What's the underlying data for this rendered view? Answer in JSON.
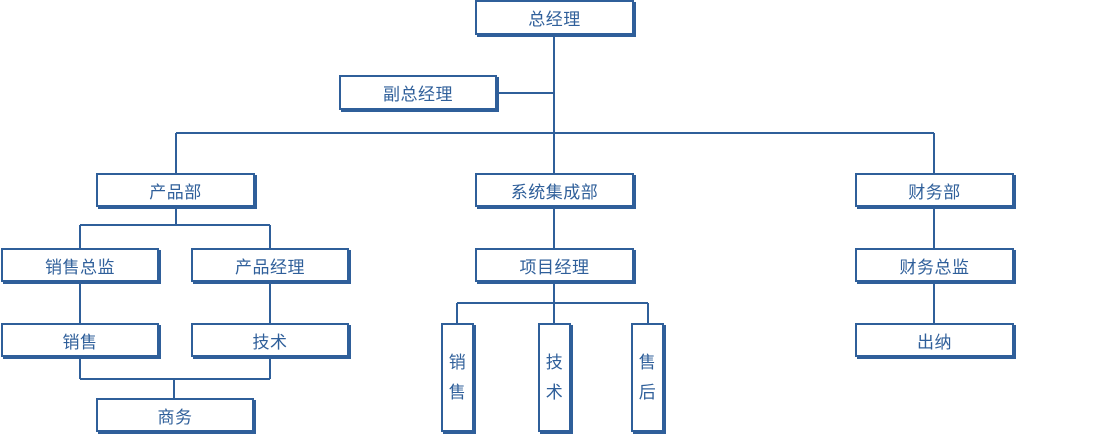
{
  "org": {
    "ceo": "总经理",
    "deputy_ceo": "副总经理",
    "product_dept": "产品部",
    "sales_director": "销售总监",
    "product_manager": "产品经理",
    "sales": "销售",
    "tech": "技术",
    "business": "商务",
    "si_dept": "系统集成部",
    "project_manager": "项目经理",
    "si_sales_chars": [
      "销",
      "售"
    ],
    "si_tech_chars": [
      "技",
      "术"
    ],
    "si_after_sales_chars": [
      "售",
      "后"
    ],
    "finance_dept": "财务部",
    "finance_director": "财务总监",
    "cashier": "出纳"
  },
  "colors": {
    "line": "#2f5f9a",
    "text": "#2f5f9a",
    "background": "#ffffff"
  }
}
